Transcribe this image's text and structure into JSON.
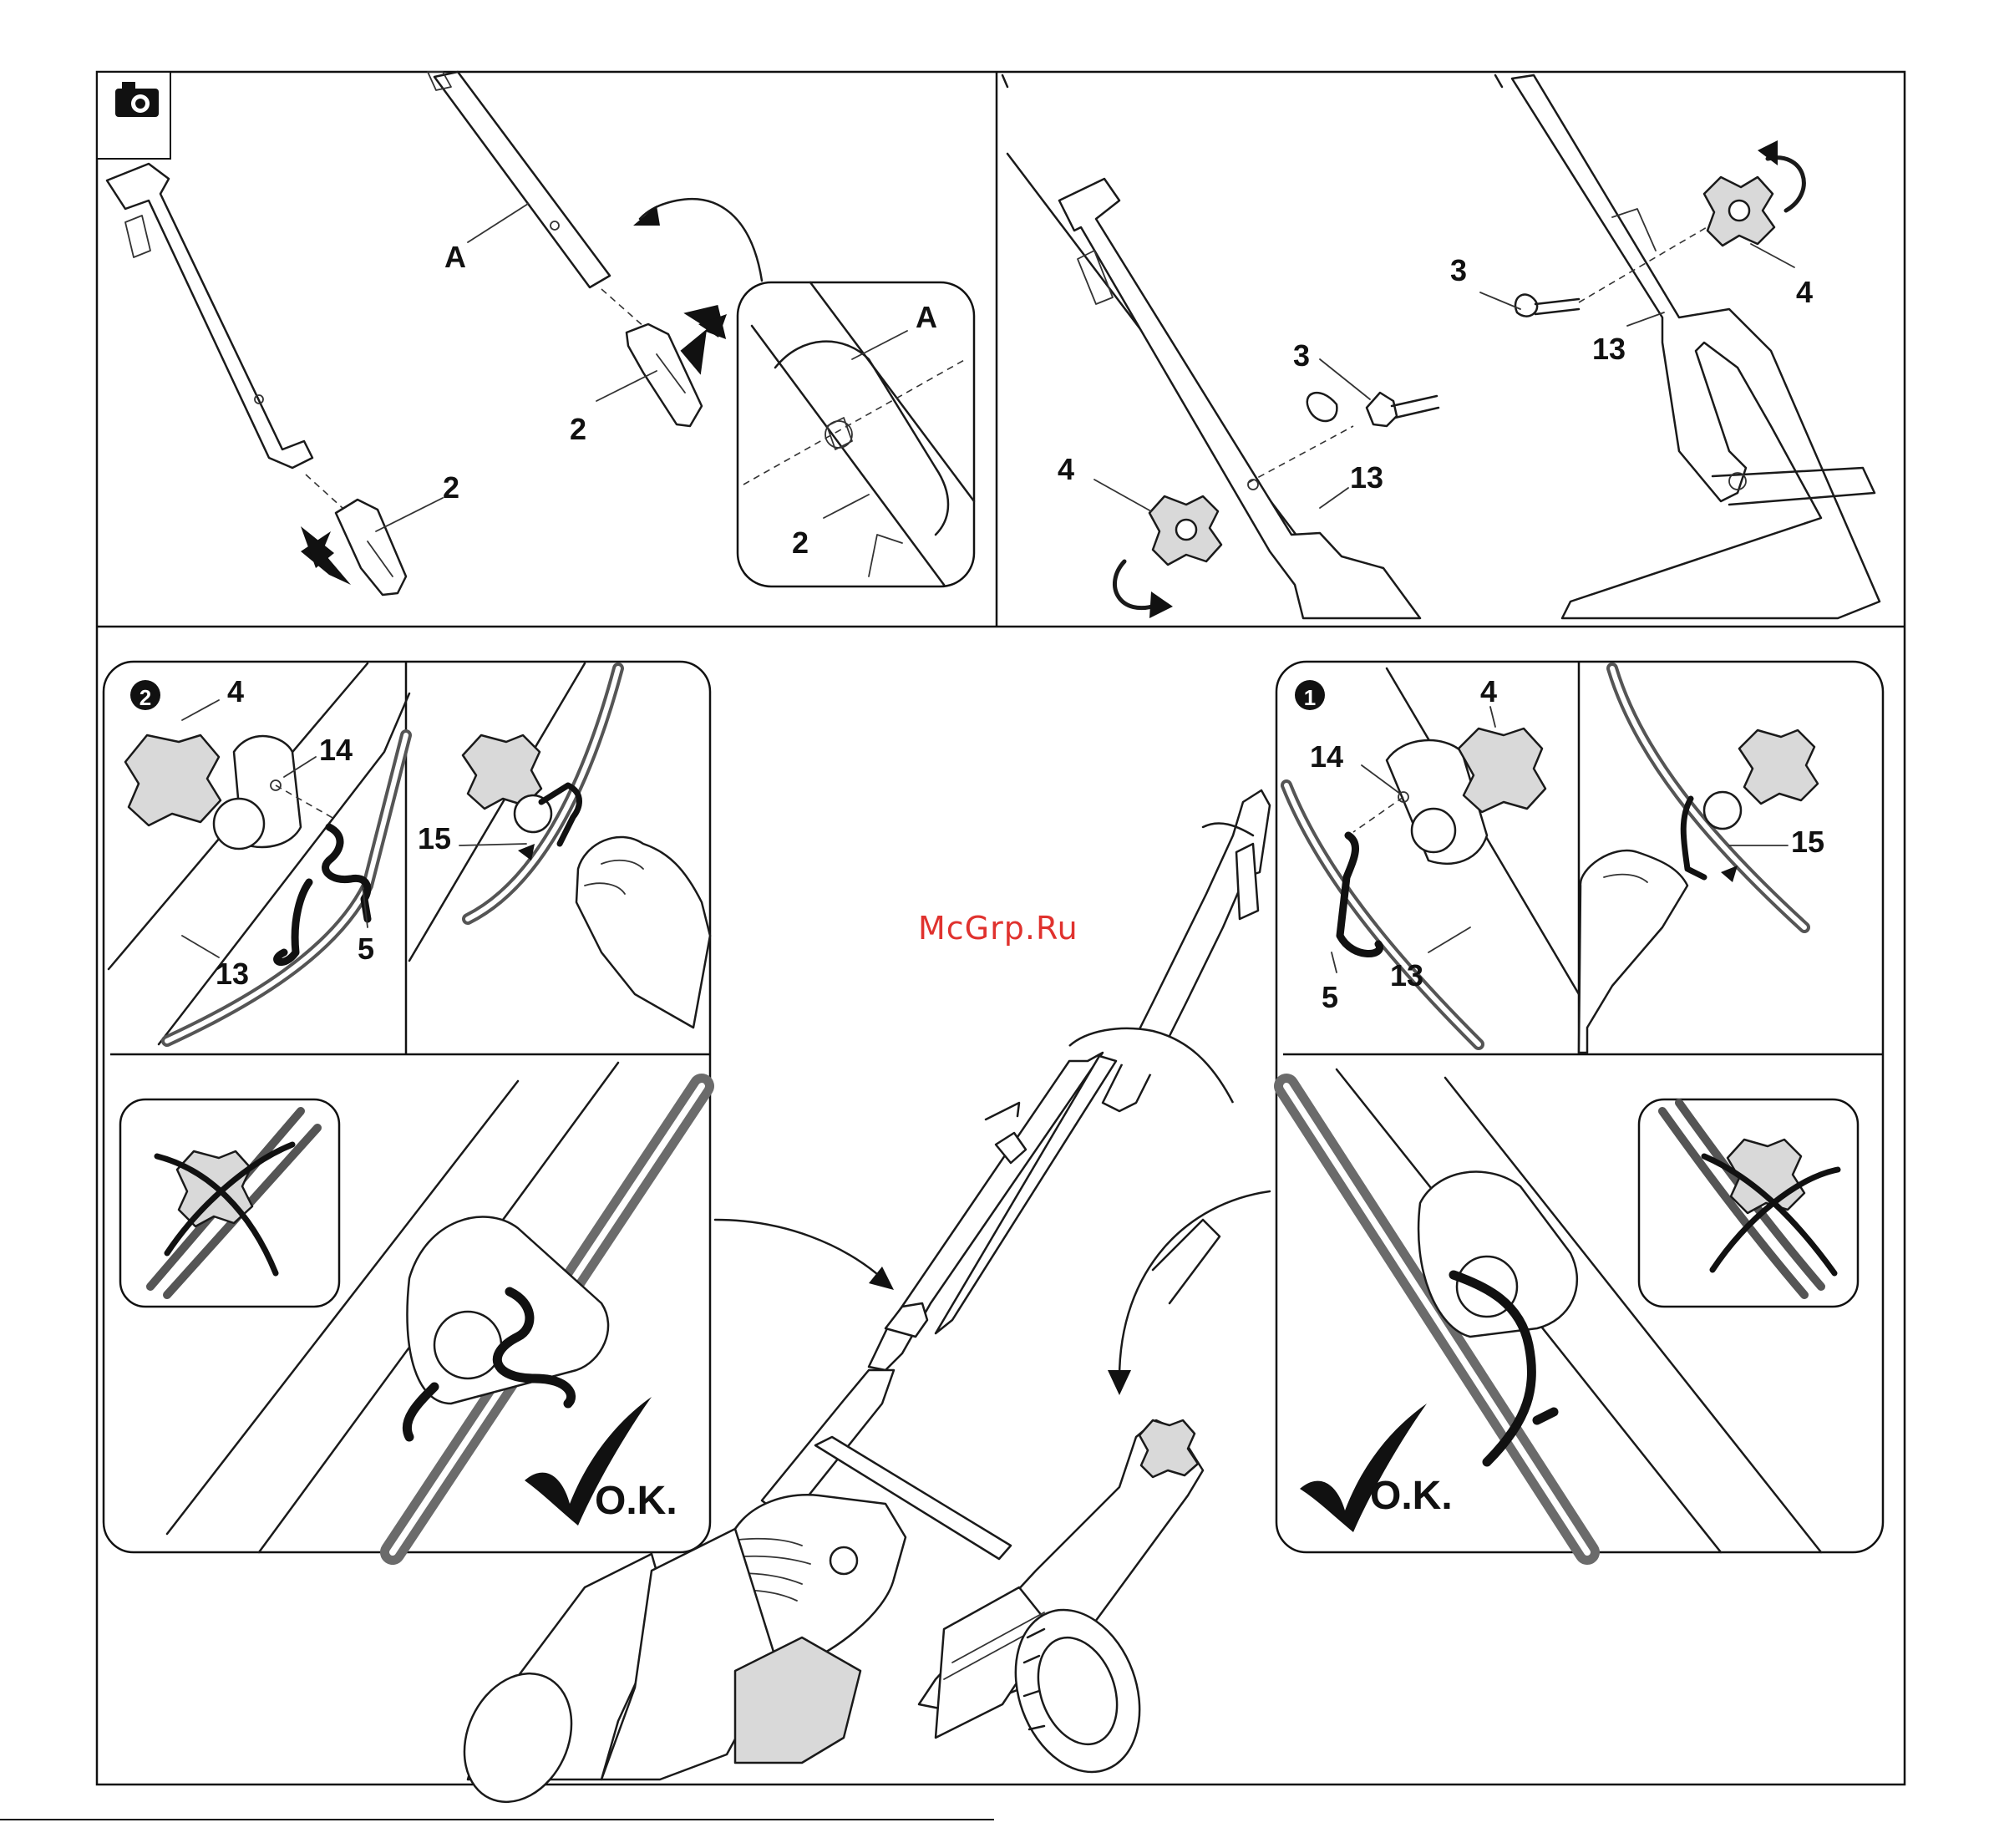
{
  "labels": {
    "a": "A",
    "a_detail": "A",
    "part_2": "2",
    "part_3": "3",
    "part_4": "4",
    "part_5": "5",
    "part_13": "13",
    "part_14": "14",
    "part_15": "15",
    "step_1": "1",
    "step_2": "2",
    "ok": "O.K."
  },
  "watermark": "McGrp.Ru",
  "icons": {
    "camera": "camera-icon",
    "check": "check-icon",
    "cross": "cross-icon"
  }
}
